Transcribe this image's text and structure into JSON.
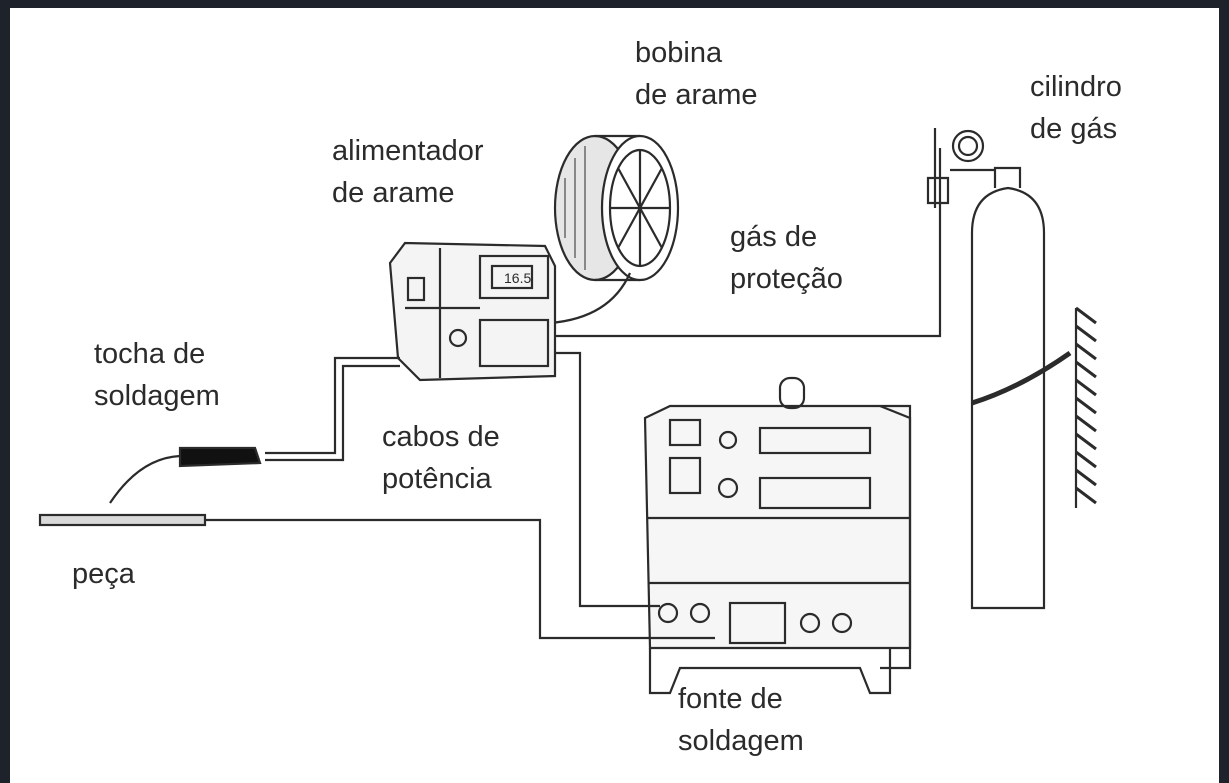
{
  "labels": {
    "bobina": [
      "bobina",
      "de arame"
    ],
    "cilindro": [
      "cilindro",
      "de gás"
    ],
    "alimentador": [
      "alimentador",
      "de arame"
    ],
    "gas": [
      "gás de",
      "proteção"
    ],
    "tocha": [
      "tocha de",
      "soldagem"
    ],
    "cabos": [
      "cabos de",
      "potência"
    ],
    "peca": [
      "peça"
    ],
    "fonte": [
      "fonte de",
      "soldagem"
    ]
  },
  "display_value": "16.5",
  "colors": {
    "background": "#1e232b",
    "paper": "#ffffff",
    "ink": "#2b2b2b"
  }
}
